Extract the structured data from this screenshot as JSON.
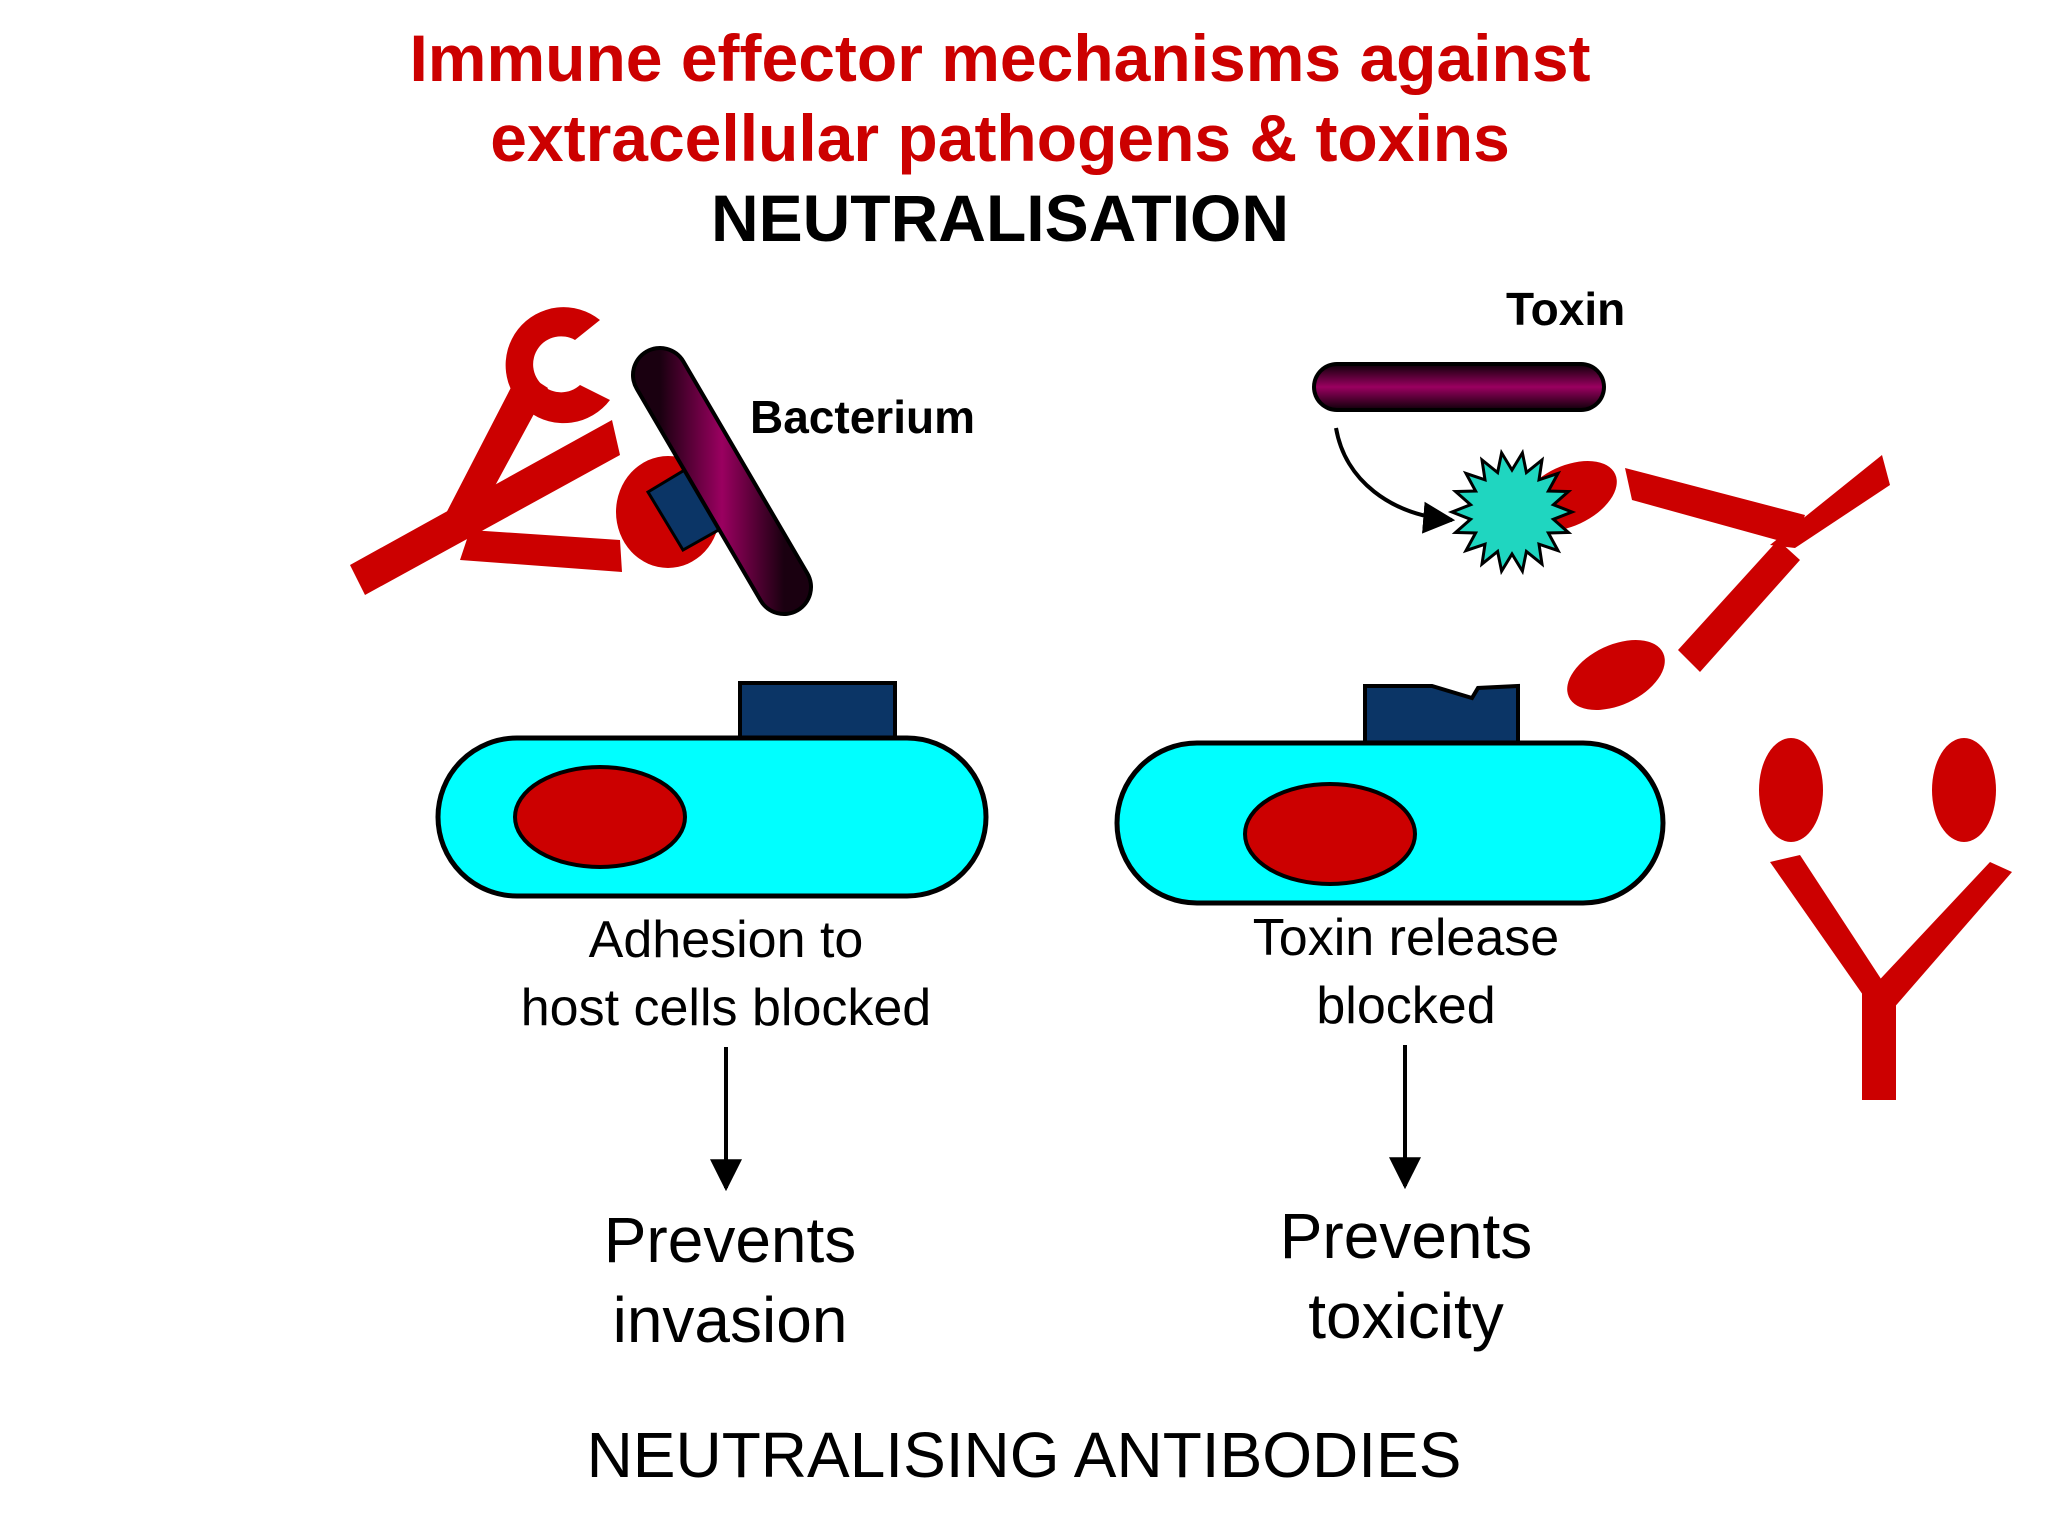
{
  "title": {
    "line1": "Immune effector mechanisms against",
    "line2": "extracellular pathogens & toxins",
    "subtitle": "NEUTRALISATION"
  },
  "labels": {
    "bacterium": "Bacterium",
    "toxin": "Toxin"
  },
  "left_panel": {
    "caption_line1": "Adhesion to",
    "caption_line2": "host cells blocked",
    "outcome_line1": "Prevents",
    "outcome_line2": "invasion"
  },
  "right_panel": {
    "caption_line1": "Toxin release",
    "caption_line2": "blocked",
    "outcome_line1": "Prevents",
    "outcome_line2": "toxicity"
  },
  "footer": "NEUTRALISING ANTIBODIES",
  "colors": {
    "title_red": "#cc0000",
    "antibody_red": "#cc0000",
    "cell_fill": "#00ffff",
    "receptor_blue": "#0b3566",
    "toxin_molecule": "#1fd6c0",
    "bacterium_gradient": [
      "#1a0010",
      "#9a0060"
    ]
  },
  "icons": {
    "antibody": "y-shaped-antibody",
    "bacterium": "rod-shaped-bacterium",
    "cell": "host-cell",
    "toxin_molecule": "spiky-star"
  }
}
